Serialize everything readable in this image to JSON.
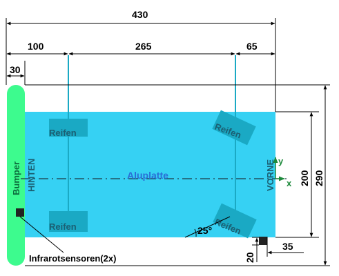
{
  "dimensions": {
    "total_length": "430",
    "rear_offset": "100",
    "wheelbase": "265",
    "front_offset": "65",
    "bumper_depth": "30",
    "plate_width": "290",
    "track_width": "200",
    "sensor_width": "35",
    "sensor_height": "20",
    "steer_angle": "25°"
  },
  "labels": {
    "wheel": "Reifen",
    "plate": "Aluplatte",
    "rear": "HINTEN",
    "front": "VORNE",
    "bumper": "Bumper",
    "sensors": "Infrarotsensoren(2x)",
    "axis_x": "x",
    "axis_y": "y"
  },
  "colors": {
    "plate": "#36d1f3",
    "bumper": "#3dfb8e",
    "wheel": "#1aa9c4",
    "axis": "#1e8a3c"
  }
}
